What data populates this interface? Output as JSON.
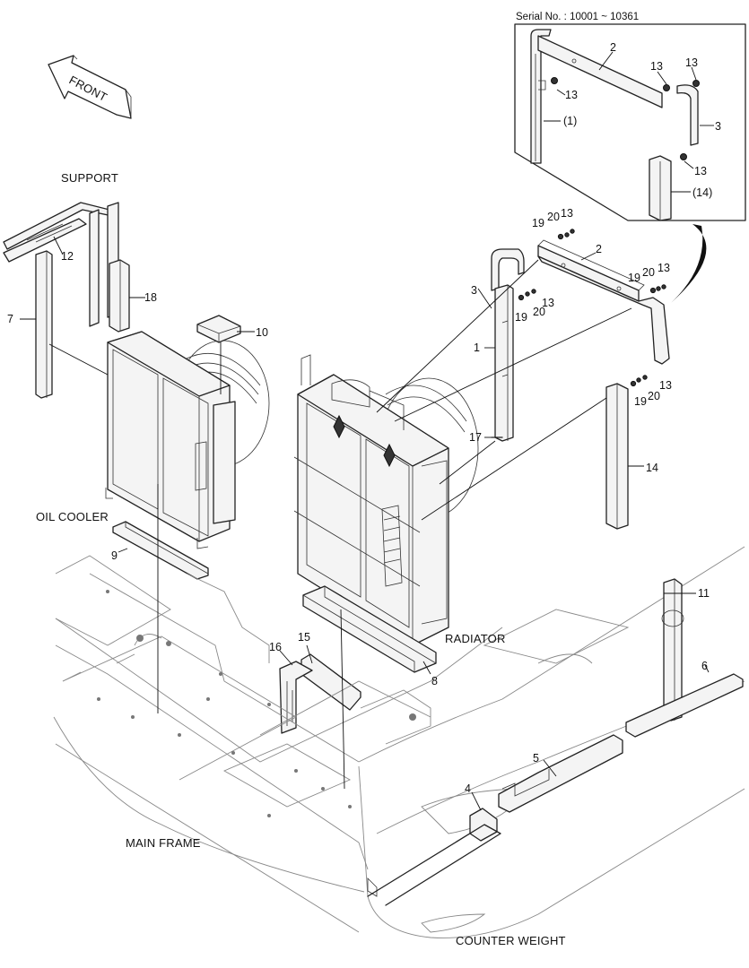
{
  "serial_note": "Serial No. : 10001 ~ 10361",
  "front_arrow": "FRONT",
  "captions": {
    "support": "SUPPORT",
    "oil_cooler": "OIL COOLER",
    "radiator": "RADIATOR",
    "main_frame": "MAIN FRAME",
    "counter_weight": "COUNTER WEIGHT"
  },
  "inset_labels": [
    "2",
    "13",
    "13",
    "13",
    "(1)",
    "3",
    "13",
    "(14)"
  ],
  "part_labels": {
    "p1": "1",
    "p2": "2",
    "p3": "3",
    "p4": "4",
    "p5": "5",
    "p6": "6",
    "p7": "7",
    "p8": "8",
    "p9": "9",
    "p10": "10",
    "p11": "11",
    "p12": "12",
    "p13a": "13",
    "p13b": "13",
    "p13c": "13",
    "p13d": "13",
    "p14": "14",
    "p15": "15",
    "p16": "16",
    "p17": "17",
    "p18": "18",
    "p19a": "19",
    "p19b": "19",
    "p19c": "19",
    "p19d": "19",
    "p20a": "20",
    "p20b": "20",
    "p20c": "20",
    "p20d": "20"
  }
}
